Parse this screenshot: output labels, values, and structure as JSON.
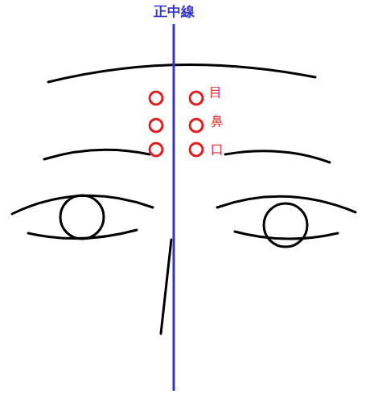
{
  "diagram": {
    "labels": [
      "正中線",
      "目",
      "鼻",
      "口"
    ]
  }
}
